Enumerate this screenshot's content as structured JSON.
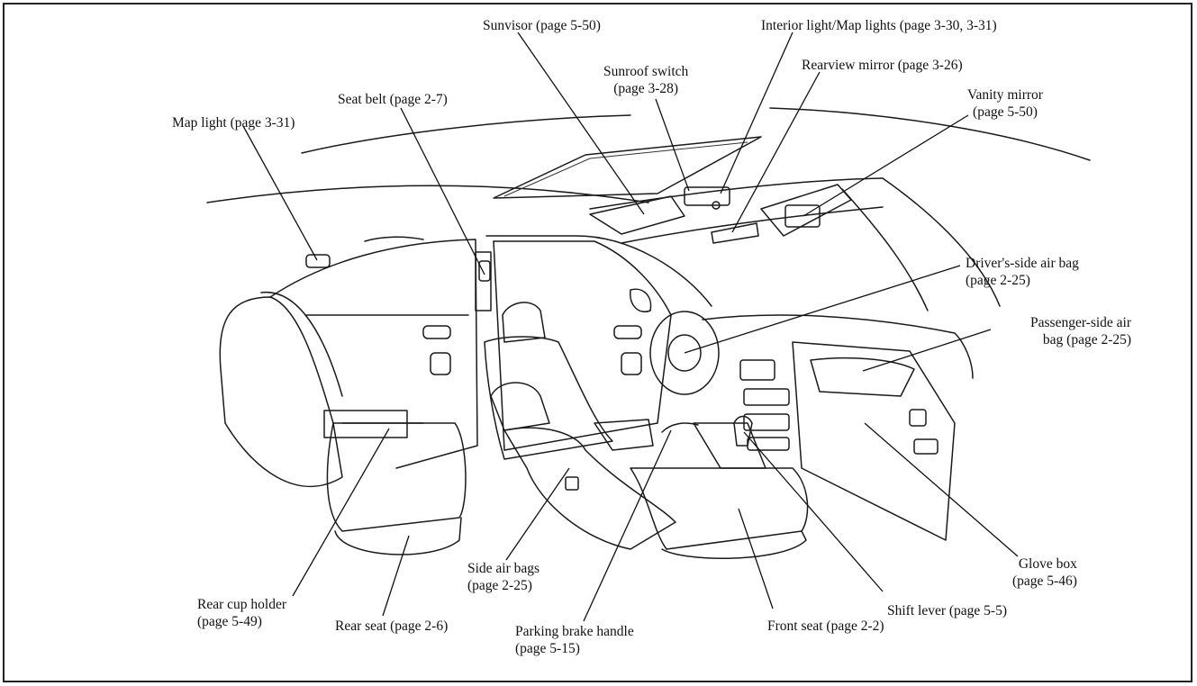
{
  "labels": {
    "sunvisor": "Sunvisor (page 5-50)",
    "interior_light": "Interior light/Map lights (page 3-30, 3-31)",
    "sunroof_switch": [
      "Sunroof switch",
      "(page 3-28)"
    ],
    "rearview_mirror": "Rearview mirror (page 3-26)",
    "vanity_mirror": [
      "Vanity mirror",
      "(page 5-50)"
    ],
    "seat_belt": "Seat belt (page 2-7)",
    "map_light": "Map light (page 3-31)",
    "drivers_air_bag": [
      "Driver's-side air bag",
      "(page 2-25)"
    ],
    "passenger_air_bag": [
      "Passenger-side air",
      "bag (page 2-25)"
    ],
    "glove_box": [
      "Glove box",
      "(page 5-46)"
    ],
    "shift_lever": "Shift lever (page 5-5)",
    "front_seat": "Front seat (page 2-2)",
    "parking_brake": [
      "Parking brake handle",
      "(page 5-15)"
    ],
    "side_air_bags": [
      "Side air bags",
      "(page 2-25)"
    ],
    "rear_seat": "Rear seat (page 2-6)",
    "rear_cup_holder": [
      "Rear cup holder",
      "(page 5-49)"
    ]
  }
}
